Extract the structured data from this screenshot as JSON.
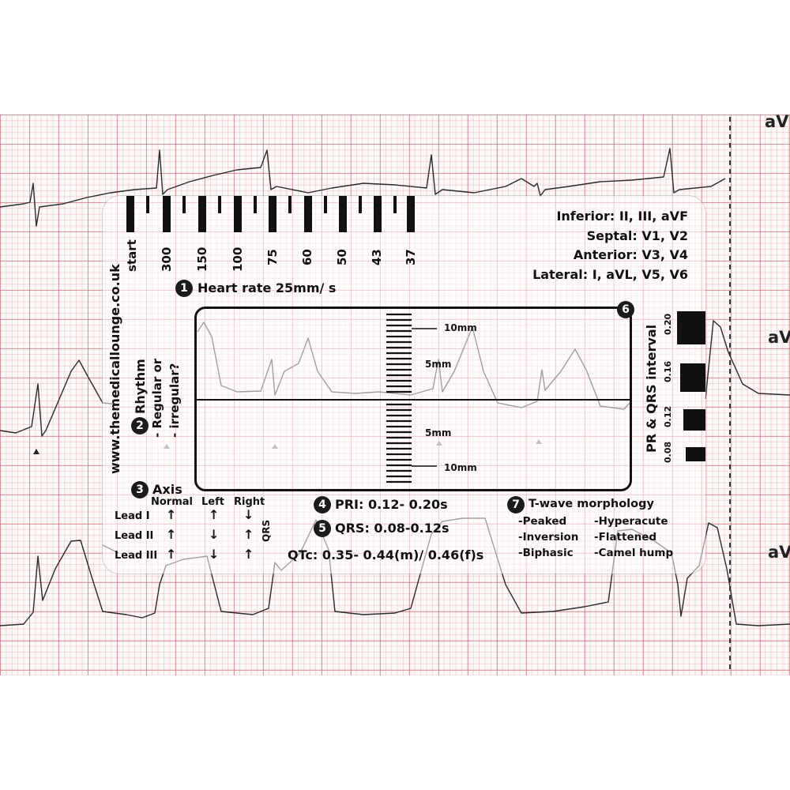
{
  "lead_labels": [
    "aV",
    "aV",
    "aV"
  ],
  "card": {
    "website": "www.themedicallounge.co.uk",
    "heart_rate_scale": [
      "start",
      "300",
      "150",
      "100",
      "75",
      "60",
      "50",
      "43",
      "37"
    ],
    "territories": [
      "Inferior: II, III, aVF",
      "Septal: V1, V2",
      "Anterior: V3, V4",
      "Lateral: I, aVL, V5, V6"
    ],
    "sections": {
      "heart_rate": {
        "number": "1",
        "title": "Heart rate 25mm/ s"
      },
      "rhythm": {
        "number": "2",
        "title": "Rhythm",
        "line1": "- Regular or",
        "line2": "- irregular?"
      },
      "axis": {
        "number": "3",
        "title": "Axis",
        "columns": [
          "Normal",
          "Left",
          "Right"
        ],
        "leads": [
          "Lead I",
          "Lead II",
          "Lead III"
        ],
        "qrs_label": "QRS"
      },
      "pri": {
        "number": "4",
        "text": "PRI: 0.12- 0.20s"
      },
      "qrs": {
        "number": "5",
        "text": "QRS: 0.08-0.12s"
      },
      "window_badge": {
        "number": "6"
      },
      "twave": {
        "number": "7",
        "title": "T-wave morphology",
        "items": [
          "-Peaked",
          "-Hyperacute",
          "-Inversion",
          "-Flattened",
          "-Biphasic",
          "-Camel hump"
        ]
      }
    },
    "qtc": "QTc: 0.35- 0.44(m)/ 0.46(f)s",
    "ruler_labels": [
      "10mm",
      "5mm",
      "5mm",
      "10mm"
    ],
    "pr_qrs_label": "PR & QRS interval",
    "pr_qrs_values": [
      "0.20",
      "0.16",
      "0.12",
      "0.08"
    ],
    "axis_arrows": [
      [
        "↑",
        "↑",
        "↓"
      ],
      [
        "↑",
        "↓",
        "↑"
      ],
      [
        "↑",
        "↓",
        "↑"
      ]
    ]
  }
}
